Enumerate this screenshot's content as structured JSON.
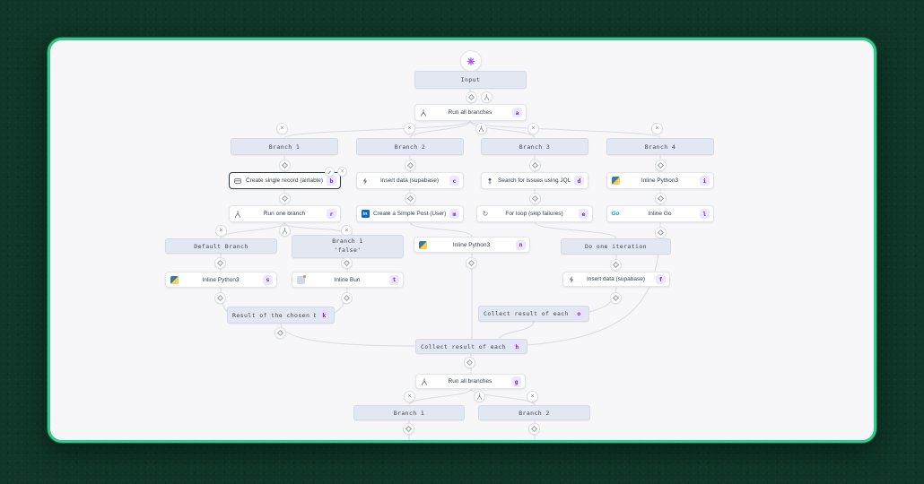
{
  "theme": {
    "page_bg": "#0f3628",
    "panel_border_green": "#2ec98b",
    "panel_bg": "#f7f7f9",
    "header_node_bg": "#e3e7f2",
    "edge_color": "#d8dbe2",
    "badge_bg": "#ece8fd",
    "badge_text": "#6d28d9",
    "selected_border": "#2f3a4f",
    "trigger_accent": "#a855f7"
  },
  "flow": {
    "icons": {
      "x_glyph": "×",
      "loop_glyph": "↻",
      "go_label": "Go",
      "linkedin_label": "in"
    },
    "nodes": {
      "input": {
        "label": "Input"
      },
      "run_all_top": {
        "label": "Run all branches",
        "badge": "a"
      },
      "branch_1": {
        "label": "Branch 1"
      },
      "branch_2": {
        "label": "Branch 2"
      },
      "branch_3": {
        "label": "Branch 3"
      },
      "branch_4": {
        "label": "Branch 4"
      },
      "create_record": {
        "label": "Create single record (airtable)",
        "badge": "b"
      },
      "insert_data_c": {
        "label": "Insert data (supabase)",
        "badge": "c"
      },
      "search_jql": {
        "label": "Search for issues using JQL (...",
        "badge": "d"
      },
      "inline_python_i": {
        "label": "Inline Python3",
        "badge": "i"
      },
      "run_one_branch": {
        "label": "Run one branch",
        "badge": "r"
      },
      "create_post": {
        "label": "Create a Simple Post (User) (...",
        "badge": "m"
      },
      "for_loop": {
        "label": "For loop (skip failures)",
        "badge": "e"
      },
      "inline_go": {
        "label": "Inline Go",
        "badge": "l"
      },
      "default_branch": {
        "label": "Default Branch"
      },
      "branch_1_false": {
        "label": "Branch 1",
        "sublabel": "'false'"
      },
      "inline_python_n": {
        "label": "Inline Python3",
        "badge": "n"
      },
      "do_one_iteration": {
        "label": "Do one iteration"
      },
      "inline_python_s": {
        "label": "Inline Python3",
        "badge": "s"
      },
      "inline_bun": {
        "label": "Inline Bun",
        "badge": "t"
      },
      "insert_data_f": {
        "label": "Insert data (supabase)",
        "badge": "f"
      },
      "result_chosen": {
        "label": "Result of the chosen branch",
        "badge": "k"
      },
      "collect_iteration": {
        "label": "Collect result of each itera",
        "badge": "o"
      },
      "collect_branch": {
        "label": "Collect result of each branc",
        "badge": "h"
      },
      "run_all_bottom": {
        "label": "Run all branches",
        "badge": "g"
      },
      "branch_1_bottom": {
        "label": "Branch 1"
      },
      "branch_2_bottom": {
        "label": "Branch 2"
      }
    }
  }
}
